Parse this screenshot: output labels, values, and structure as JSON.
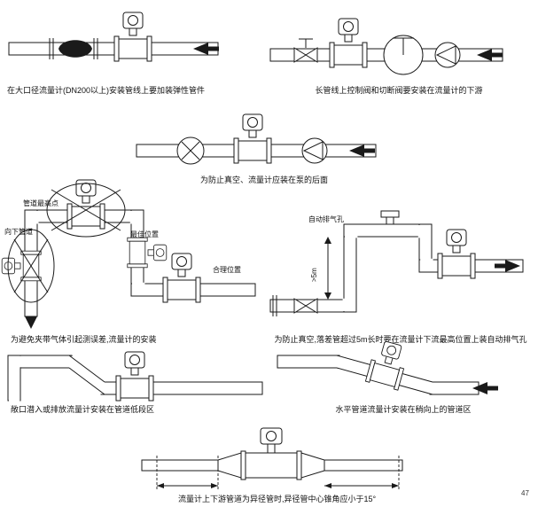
{
  "page": {
    "colors": {
      "ink": "#1a1a1a",
      "background": "#ffffff"
    },
    "page_mark": "47"
  },
  "icons": {
    "flowmeter": "flanged meter body with round transmitter head",
    "pump": "circle with inscribed triangle",
    "bowtie_valve": "two facing triangles",
    "globe_valve": "large circle with tee stem",
    "check_valve": "circle with X",
    "flow_arrow": "solid black arrow",
    "vent": "small capped stub on pipe top",
    "wrong_position": "ellipse crossed by X",
    "elastic_joint": "solid black lens between flanges"
  },
  "sections": {
    "s1": {
      "caption": "在大口径流量计(DN200以上)安装管线上要加装弹性管件"
    },
    "s2": {
      "caption": "长管线上控制阀和切断阀要安装在流量计的下游"
    },
    "s3": {
      "caption": "为防止真空、流量计应装在泵的后面"
    },
    "s4": {
      "caption": "为避免夹带气体引起测误差,流量计的安装",
      "labels": {
        "highest_point": "管道最高点",
        "down_pipe": "向下管道",
        "best_position": "最佳位置",
        "reasonable_position": "合理位置"
      }
    },
    "s5": {
      "caption": "为防止真空,落差管超过5m长时要在流量计下流最高位置上装自动排气孔",
      "labels": {
        "auto_vent": "自动排气孔",
        "height_dim": ">5m"
      }
    },
    "s6": {
      "caption": "敞口潜入或排放流量计安装在管道低段区"
    },
    "s7": {
      "caption": "水平管道流量计安装在稍向上的管道区"
    },
    "s8": {
      "caption": "流量计上下游管道为异径管时,异径管中心锥角应小于15°"
    }
  }
}
